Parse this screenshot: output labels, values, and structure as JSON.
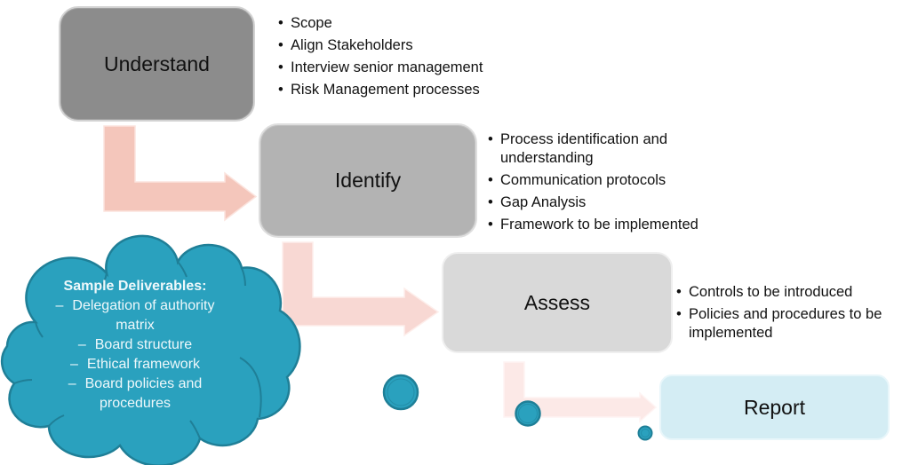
{
  "steps": [
    {
      "label": "Understand",
      "color": "#8c8c8c",
      "bullets": [
        "Scope",
        "Align Stakeholders",
        "Interview senior management",
        "Risk Management processes"
      ]
    },
    {
      "label": "Identify",
      "color": "#b3b3b3",
      "bullets": [
        "Process identification and understanding",
        "Communication protocols",
        "Gap Analysis",
        "Framework to be implemented"
      ]
    },
    {
      "label": "Assess",
      "color": "#d9d9d9",
      "bullets": [
        "Controls to be introduced",
        "Policies and procedures to be implemented"
      ]
    },
    {
      "label": "Report",
      "color": "#d4edf4"
    }
  ],
  "bullet_marker": "•",
  "arrow_colors": [
    "#f4c6bb",
    "#f8d8d3",
    "#fce9e7"
  ],
  "cloud": {
    "heading": "Sample Deliverables:",
    "marker": "–",
    "items": [
      "Delegation of authority matrix",
      "Board structure",
      "Ethical framework",
      "Board policies and procedures"
    ],
    "fill": "#2aa1be",
    "outline": "#1f7f97"
  }
}
